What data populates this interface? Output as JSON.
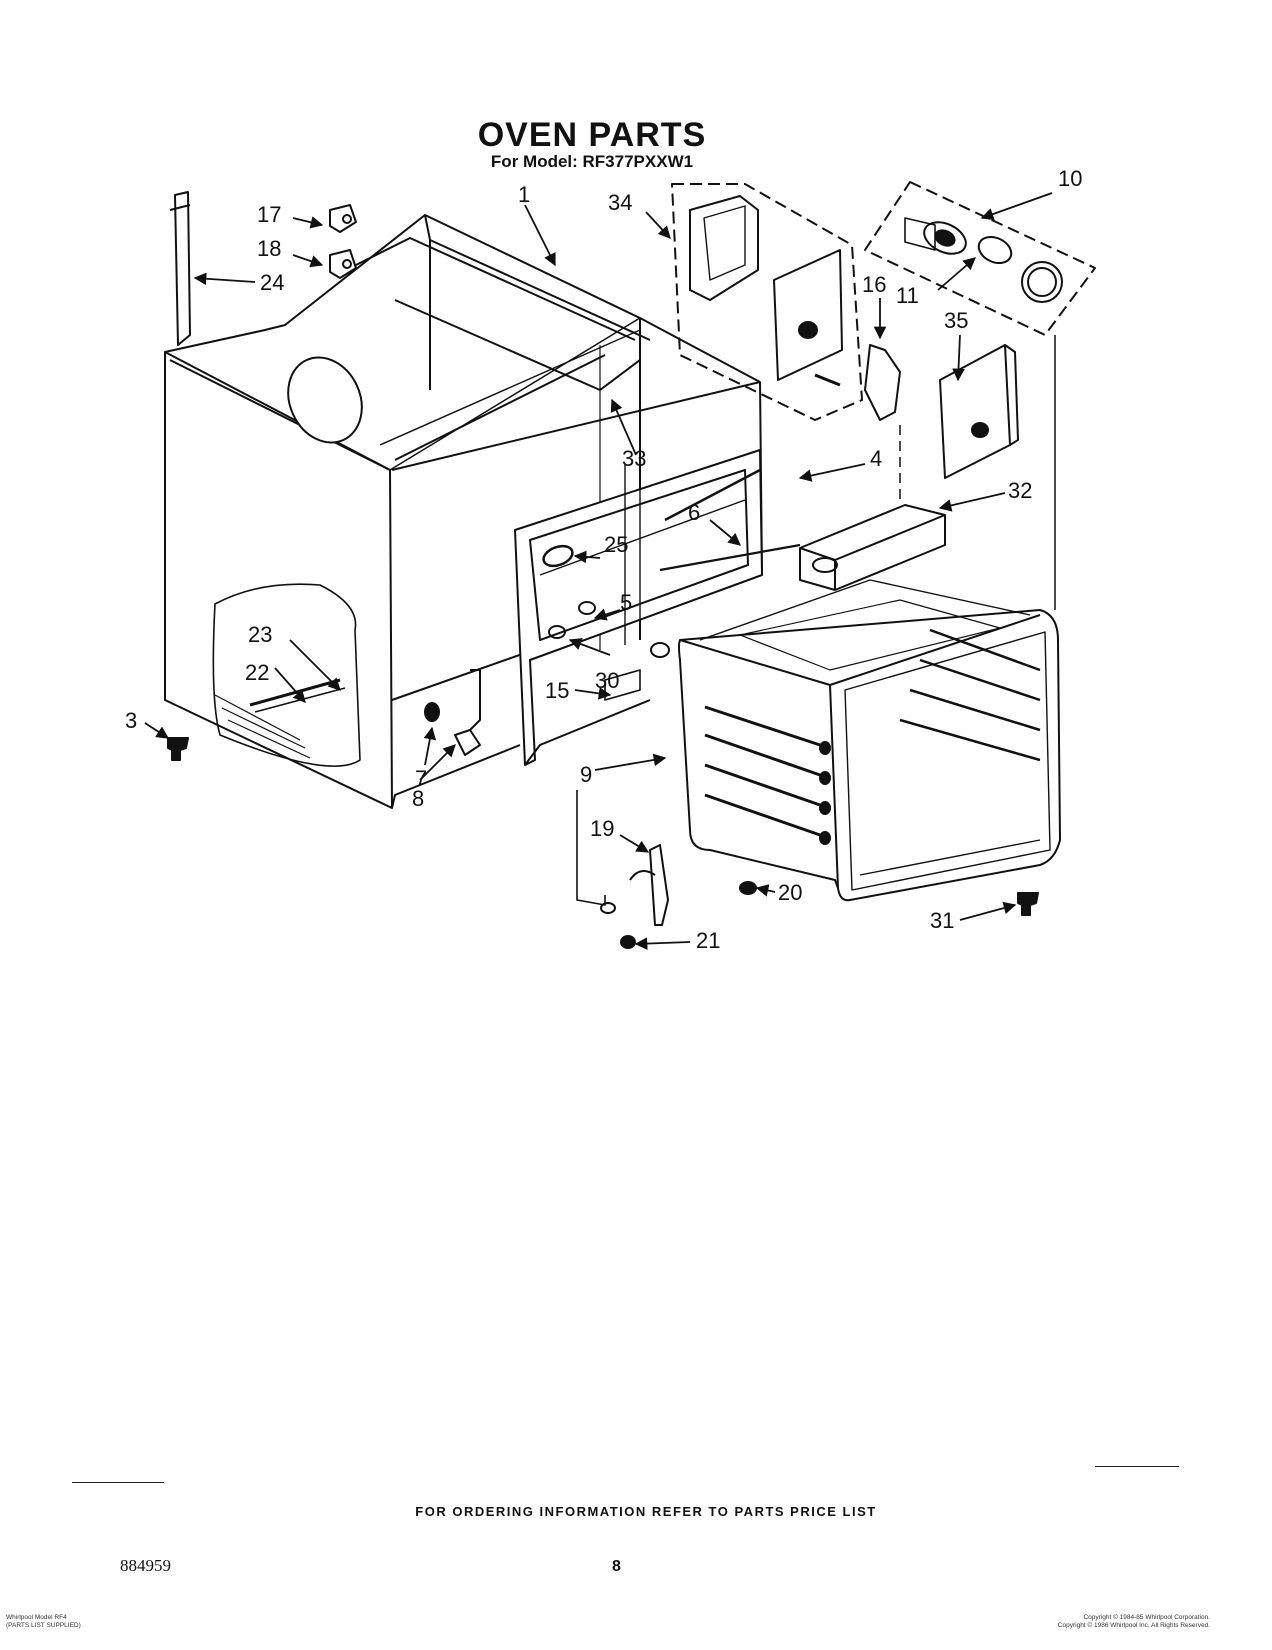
{
  "header": {
    "title": "OVEN PARTS",
    "subtitle": "For Model: RF377PXXW1"
  },
  "callouts": [
    {
      "id": "c1",
      "label": "1"
    },
    {
      "id": "c3",
      "label": "3"
    },
    {
      "id": "c4",
      "label": "4"
    },
    {
      "id": "c5",
      "label": "5"
    },
    {
      "id": "c6",
      "label": "6"
    },
    {
      "id": "c7",
      "label": "7"
    },
    {
      "id": "c8",
      "label": "8"
    },
    {
      "id": "c9",
      "label": "9"
    },
    {
      "id": "c10",
      "label": "10"
    },
    {
      "id": "c11",
      "label": "11"
    },
    {
      "id": "c15",
      "label": "15"
    },
    {
      "id": "c16",
      "label": "16"
    },
    {
      "id": "c17",
      "label": "17"
    },
    {
      "id": "c18",
      "label": "18"
    },
    {
      "id": "c19",
      "label": "19"
    },
    {
      "id": "c20",
      "label": "20"
    },
    {
      "id": "c21",
      "label": "21"
    },
    {
      "id": "c22",
      "label": "22"
    },
    {
      "id": "c23",
      "label": "23"
    },
    {
      "id": "c24",
      "label": "24"
    },
    {
      "id": "c25",
      "label": "25"
    },
    {
      "id": "c30",
      "label": "30"
    },
    {
      "id": "c31",
      "label": "31"
    },
    {
      "id": "c32",
      "label": "32"
    },
    {
      "id": "c33",
      "label": "33"
    },
    {
      "id": "c34",
      "label": "34"
    },
    {
      "id": "c35",
      "label": "35"
    }
  ],
  "footer": {
    "note": "FOR ORDERING INFORMATION REFER TO PARTS PRICE LIST",
    "doc_number": "884959",
    "page_number": "8",
    "fine_print_left": [
      "Whirlpool Model RF4",
      "(PARTS LIST SUPPLIED)"
    ],
    "fine_print_right": [
      "Copyright © 1984-85 Whirlpool Corporation.",
      "Copyright © 1986 Whirlpool Inc. All Rights Reserved."
    ]
  }
}
